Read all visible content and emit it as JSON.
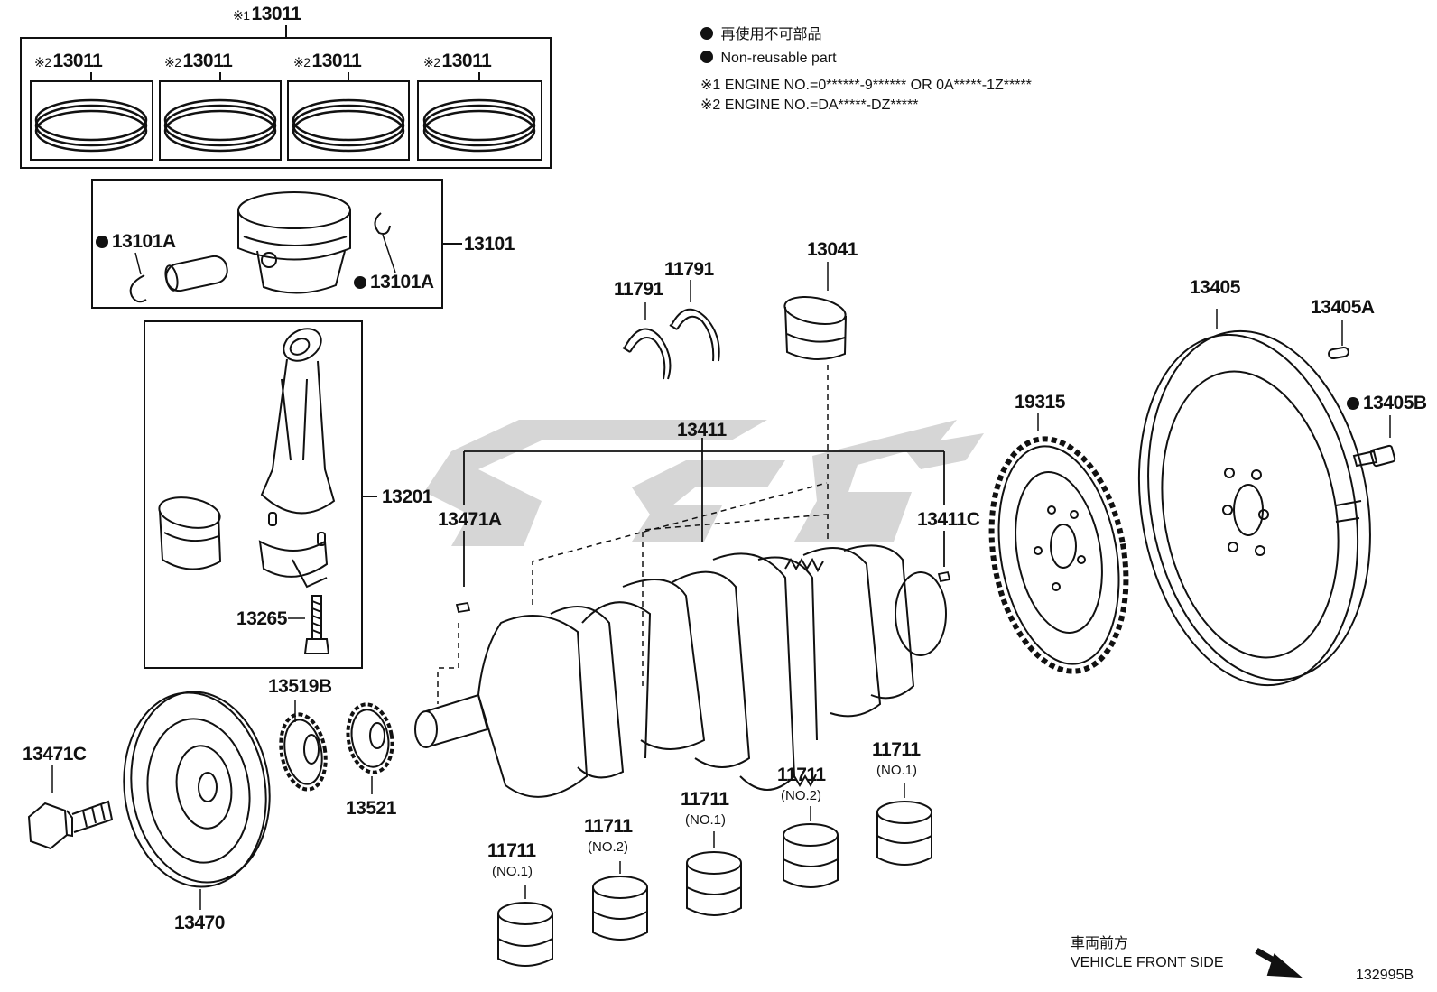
{
  "legend": {
    "line1": "再使用不可部品",
    "line2": "Non-reusable part",
    "note1": "※1 ENGINE NO.=0******-9****** OR 0A*****-1Z*****",
    "note2": "※2 ENGINE NO.=DA*****-DZ*****"
  },
  "marks": {
    "m1": "※1",
    "m2": "※2"
  },
  "labels": {
    "ring_set": "13011",
    "ring1": "13011",
    "ring2": "13011",
    "ring3": "13011",
    "ring4": "13011",
    "piston_snap_left": "13101A",
    "piston_snap_right": "13101A",
    "piston_assy": "13101",
    "conrod_assy": "13201",
    "conrod_bolt": "13265",
    "thrust_a": "11791",
    "thrust_b": "11791",
    "conrod_bearing": "13041",
    "crankshaft": "13411",
    "crank_key": "13471A",
    "crank_pin": "13411C",
    "flywheel": "13405",
    "fw_pin": "13405A",
    "fw_bolt": "13405B",
    "sensor_plate": "19315",
    "sprocket": "13519B",
    "gear": "13521",
    "pulley_bolt": "13471C",
    "pulley": "13470",
    "bearing_a": "11711",
    "bearing_b": "11711",
    "bearing_c": "11711",
    "bearing_d": "11711",
    "bearing_e": "11711"
  },
  "bearing_subs": {
    "a": "(NO.1)",
    "b": "(NO.2)",
    "c": "(NO.1)",
    "d": "(NO.2)",
    "e": "(NO.1)"
  },
  "direction": {
    "jp": "車両前方",
    "en": "VEHICLE FRONT SIDE"
  },
  "diagram_id": "132995B"
}
